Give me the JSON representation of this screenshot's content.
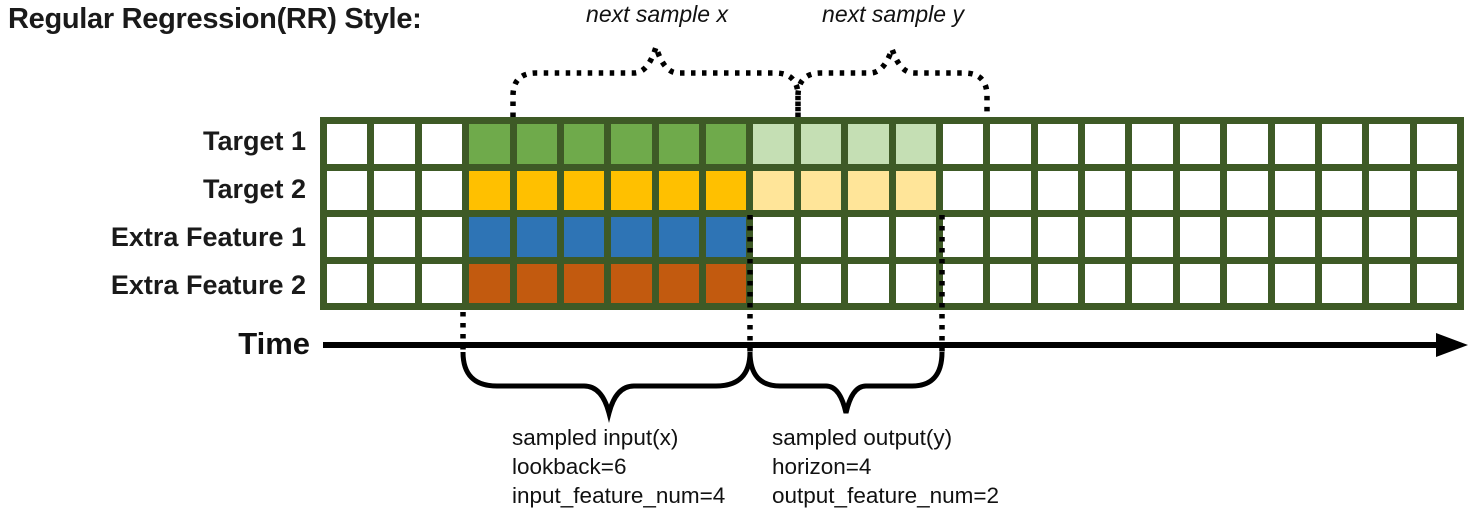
{
  "title": "Regular Regression(RR) Style:",
  "annotations": {
    "next_sample_x": "next sample x",
    "next_sample_y": "next sample y",
    "time_label": "Time"
  },
  "captions": {
    "input_block": {
      "line1": "sampled input(x)",
      "line2": "lookback=6",
      "line3": "input_feature_num=4"
    },
    "output_block": {
      "line1": "sampled output(y)",
      "line2": "horizon=4",
      "line3": "output_feature_num=2"
    }
  },
  "grid": {
    "columns": 24,
    "border_color": "#3E5A26",
    "cell_color": "#FFFFFF",
    "rows": [
      {
        "label": "Target 1",
        "input_start": 3,
        "input_len": 6,
        "output_len": 4,
        "input_color": "#6FAA4B",
        "output_color": "#C5DFB4"
      },
      {
        "label": "Target 2",
        "input_start": 3,
        "input_len": 6,
        "output_len": 4,
        "input_color": "#FFC000",
        "output_color": "#FFE599"
      },
      {
        "label": "Extra Feature 1",
        "input_start": 3,
        "input_len": 6,
        "output_len": 0,
        "input_color": "#2E74B5",
        "output_color": null
      },
      {
        "label": "Extra Feature 2",
        "input_start": 3,
        "input_len": 6,
        "output_len": 0,
        "input_color": "#C25A0F",
        "output_color": null
      }
    ]
  },
  "semantics": {
    "lookback": 6,
    "horizon": 4,
    "input_feature_num": 4,
    "output_feature_num": 2,
    "line_color": "#000000"
  }
}
